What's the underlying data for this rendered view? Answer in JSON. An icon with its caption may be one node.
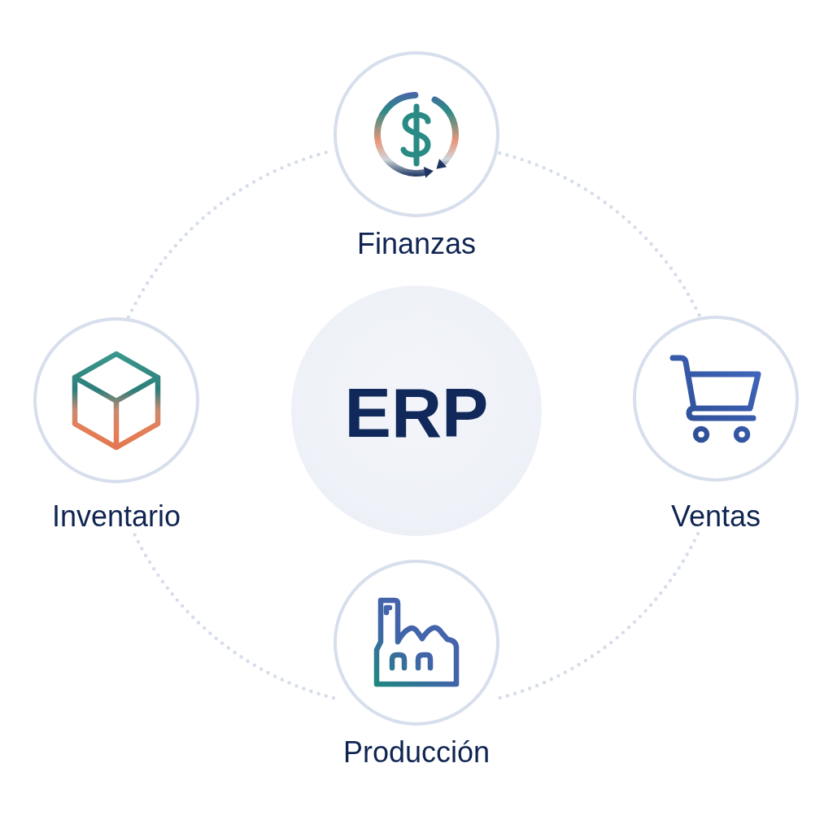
{
  "diagram": {
    "nodes": [
      {
        "text": [
          "Finanzas"
        ]
      },
      {
        "text": [
          "Inventario"
        ]
      },
      {
        "text": [
          "ERP"
        ]
      },
      {
        "text": [
          "Ventas"
        ]
      },
      {
        "text": [
          "Producción"
        ]
      }
    ],
    "edges": [
      {
        "from": 0,
        "to": 3,
        "arrow": "none",
        "style": "dashed"
      },
      {
        "from": 3,
        "to": 4,
        "arrow": "none",
        "style": "dashed"
      },
      {
        "from": 4,
        "to": 1,
        "arrow": "none",
        "style": "dashed"
      },
      {
        "from": 1,
        "to": 0,
        "arrow": "none",
        "style": "dashed"
      }
    ]
  }
}
